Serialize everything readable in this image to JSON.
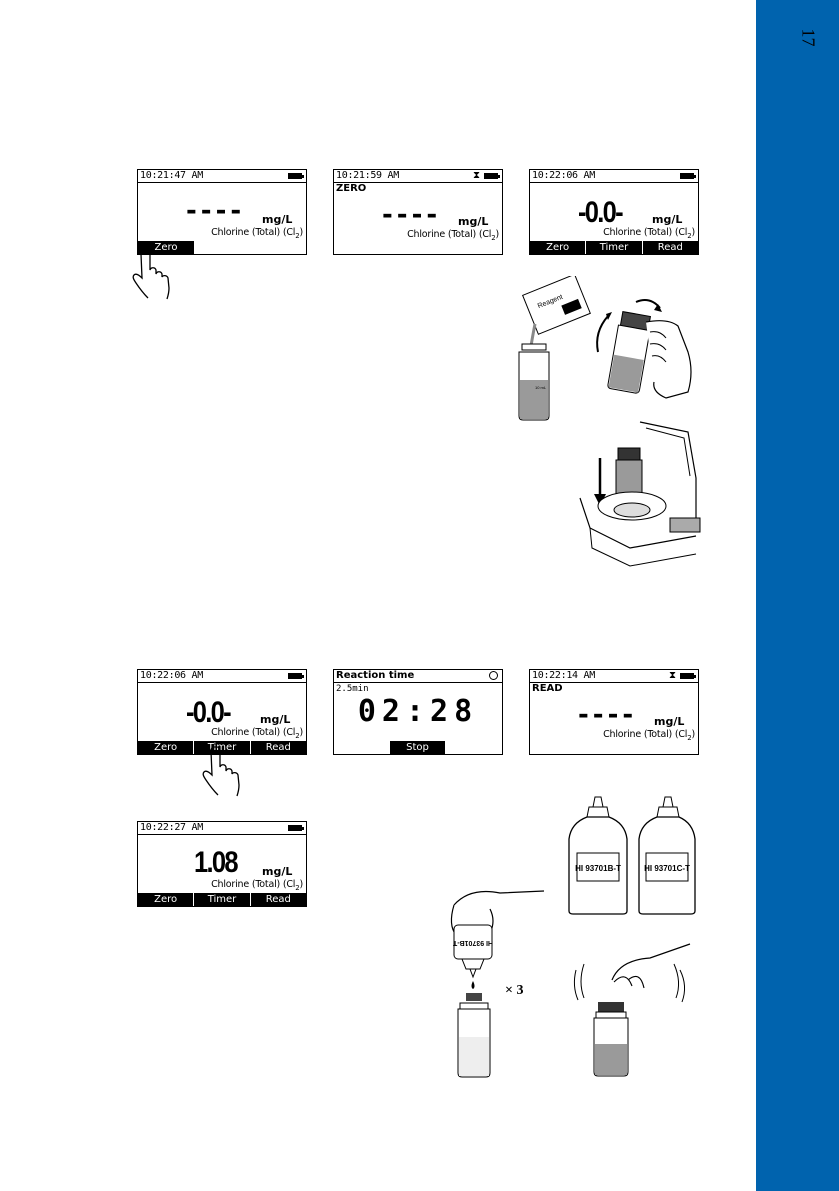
{
  "page": {
    "number": "17"
  },
  "screens": [
    {
      "time": "10:21:47 AM",
      "mode": "",
      "dashes": "----",
      "unit": "mg/L",
      "parameter": "Chlorine (Total) (Cl",
      "parameter_sub": "2",
      "parameter_end": ")",
      "softkeys": [
        "Zero",
        "",
        ""
      ]
    },
    {
      "time": "10:21:59 AM",
      "mode": "ZERO",
      "dashes": "----",
      "unit": "mg/L",
      "parameter": "Chlorine (Total) (Cl",
      "parameter_sub": "2",
      "parameter_end": ")",
      "softkeys": []
    },
    {
      "time": "10:22:06 AM",
      "mode": "",
      "reading": "-0.0-",
      "unit": "mg/L",
      "parameter": "Chlorine (Total) (Cl",
      "parameter_sub": "2",
      "parameter_end": ")",
      "softkeys": [
        "Zero",
        "Timer",
        "Read"
      ]
    },
    {
      "time": "10:22:06 AM",
      "mode": "",
      "reading": "-0.0-",
      "unit": "mg/L",
      "parameter": "Chlorine (Total) (Cl",
      "parameter_sub": "2",
      "parameter_end": ")",
      "softkeys": [
        "Zero",
        "Timer",
        "Read"
      ]
    },
    {
      "title": "Reaction time",
      "duration": "2.5min",
      "countdown": "02:28",
      "softkeys": [
        "",
        "Stop",
        ""
      ]
    },
    {
      "time": "10:22:14 AM",
      "mode": "READ",
      "dashes": "----",
      "unit": "mg/L",
      "parameter": "Chlorine (Total) (Cl",
      "parameter_sub": "2",
      "parameter_end": ")",
      "softkeys": []
    },
    {
      "time": "10:22:27 AM",
      "mode": "",
      "reading": "1.08",
      "unit": "mg/L",
      "parameter": "Chlorine (Total) (Cl",
      "parameter_sub": "2",
      "parameter_end": ")",
      "softkeys": [
        "Zero",
        "Timer",
        "Read"
      ]
    }
  ],
  "illustrations": {
    "reagent_packet_label": "Reagent",
    "vial_volume": "10 mL",
    "bottle_b": "HI 93701B-T",
    "bottle_c": "HI 93701C-T",
    "dropper_bottle": "HI 93701B-T",
    "drops": "× 3"
  },
  "colors": {
    "sidebar": "#0063ae",
    "lcd_bar": "#000000"
  }
}
